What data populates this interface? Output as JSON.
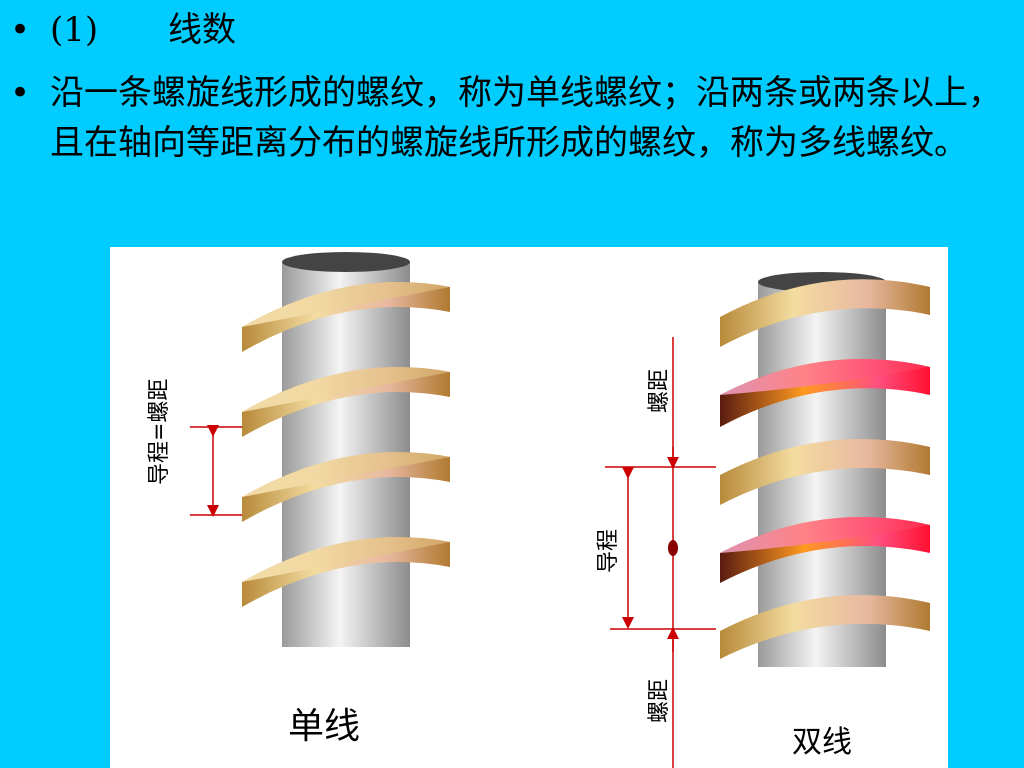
{
  "heading": {
    "bullet": "•",
    "number": "(1)",
    "title": "线数"
  },
  "paragraph": {
    "bullet": "•",
    "text": "沿一条螺旋线形成的螺纹，称为单线螺纹；沿两条或两条以上，且在轴向等距离分布的螺旋线所形成的螺纹，称为多线螺纹。"
  },
  "figure": {
    "left_label": "导程=螺距",
    "left_caption": "单线",
    "right_pitch_top": "螺距",
    "right_lead": "导程",
    "right_pitch_bottom": "螺距",
    "right_caption": "双线",
    "colors": {
      "background": "#00ccff",
      "thread_gold": "#d8b060",
      "thread_red": "#ff2040",
      "dimension_line": "#cc0000"
    }
  }
}
